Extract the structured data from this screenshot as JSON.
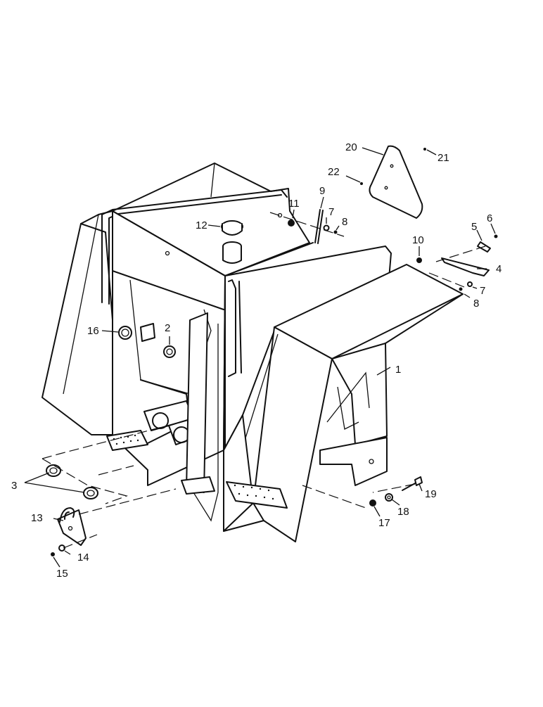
{
  "diagram": {
    "callouts": {
      "c1": "1",
      "c2": "2",
      "c3": "3",
      "c4": "4",
      "c5": "5",
      "c6": "6",
      "c7a": "7",
      "c7b": "7",
      "c8a": "8",
      "c8b": "8",
      "c9": "9",
      "c10": "10",
      "c11": "11",
      "c12": "12",
      "c13": "13",
      "c14": "14",
      "c15": "15",
      "c16": "16",
      "c17": "17",
      "c18": "18",
      "c19": "19",
      "c20": "20",
      "c21": "21",
      "c22": "22"
    }
  }
}
